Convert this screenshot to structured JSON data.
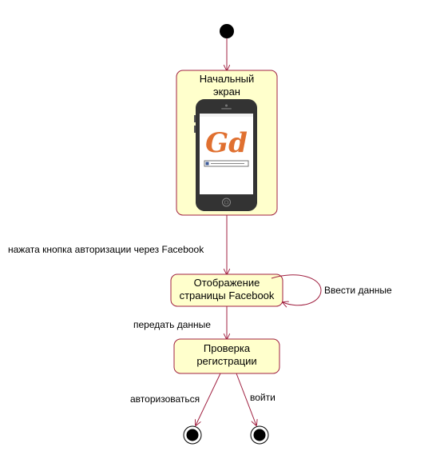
{
  "colors": {
    "state_fill": "#ffffcc",
    "state_border": "#a02040",
    "edge": "#a02040",
    "node_fill": "#000000",
    "phone_body": "#333333",
    "logo": "#e07030"
  },
  "states": {
    "start_screen": {
      "line1": "Начальный",
      "line2": "экран"
    },
    "facebook_page": {
      "line1": "Отображение",
      "line2": "страницы Facebook"
    },
    "registration_check": {
      "line1": "Проверка",
      "line2": "регистрации"
    }
  },
  "phone": {
    "logo_text": "Gd"
  },
  "transitions": {
    "to_facebook": "нажата кнопка авторизации через Facebook",
    "self_loop": "Ввести данные",
    "to_check": "передать данные",
    "to_end_left": "авторизоваться",
    "to_end_right": "войти"
  }
}
